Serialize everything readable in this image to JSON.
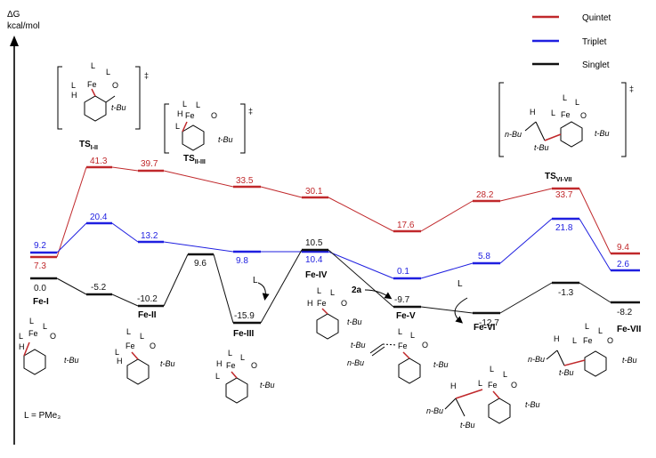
{
  "axis": {
    "symbol": "ΔG",
    "unit": "kcal/mol"
  },
  "legend": [
    {
      "name": "Quintet",
      "color": "#c0282b"
    },
    {
      "name": "Triplet",
      "color": "#1f1fe0"
    },
    {
      "name": "Singlet",
      "color": "#111111"
    }
  ],
  "species": [
    "Fe-I",
    "Fe-II",
    "Fe-III",
    "Fe-IV",
    "Fe-V",
    "Fe-VI",
    "Fe-VII"
  ],
  "ts_labels": {
    "ts1": {
      "main": "TS",
      "sub": "I-II"
    },
    "ts2": {
      "main": "TS",
      "sub": "II-III"
    },
    "ts3": {
      "main": "TS",
      "sub": "VI-VII"
    }
  },
  "quintet_values": [
    "41.3",
    "39.7",
    "33.5",
    "30.1",
    "17.6",
    "28.2",
    "33.7",
    "9.4"
  ],
  "triplet_values": [
    "9.2",
    "20.4",
    "13.2",
    "9.8",
    "10.4",
    "0.1",
    "5.8",
    "21.8",
    "2.6"
  ],
  "singlet_values": [
    "0.0",
    "-5.2",
    "-10.2",
    "9.6",
    "-15.9",
    "10.5",
    "-9.7",
    "-12.7",
    "-1.3",
    "-8.2"
  ],
  "low_labels": {
    "fe1_quintet": "7.3"
  },
  "reagent_label": "2a",
  "ligand_def": "L = PMe₃",
  "struct_text": {
    "fe": "Fe",
    "L": "L",
    "H": "H",
    "O": "O",
    "tbu": "t-Bu",
    "nbu": "n-Bu",
    "dagger": "‡"
  }
}
